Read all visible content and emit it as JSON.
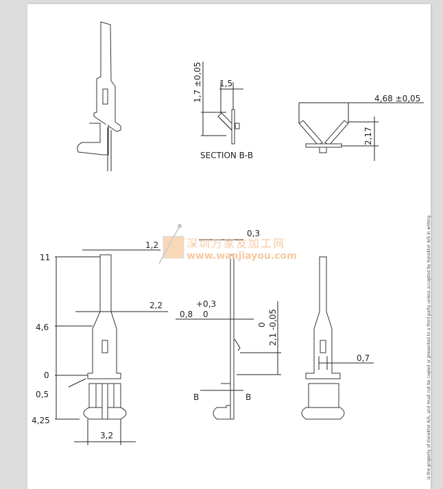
{
  "section_label": "SECTION B-B",
  "dims": {
    "sec_h": "1,7 ±0,05",
    "sec_w": "1,5",
    "iso_w": "4,68 ±0,05",
    "iso_h": "2,17",
    "front_w_top": "1,2",
    "front_w_mid": "2,2",
    "front_w_bot": "3,2",
    "y_11": "11",
    "y_46": "4,6",
    "y_0": "0",
    "y_05": "0,5",
    "y_425": "4,25",
    "side_t": "0,3",
    "side_tol_up": "+0,3",
    "side_08": "0,8",
    "side_tol_lo": "0",
    "side_h_tol": "0",
    "side_h": "2,1 -0,05",
    "section_mark": "B",
    "back_w": "0,7"
  },
  "watermark": {
    "cn": "深圳万家友加工网",
    "url": "www.wanjiayou.com"
  },
  "side_note": "is the property of Konektor A/S, and must not be copied or presented to a third party unless accepted by Konektor A/S in writing"
}
